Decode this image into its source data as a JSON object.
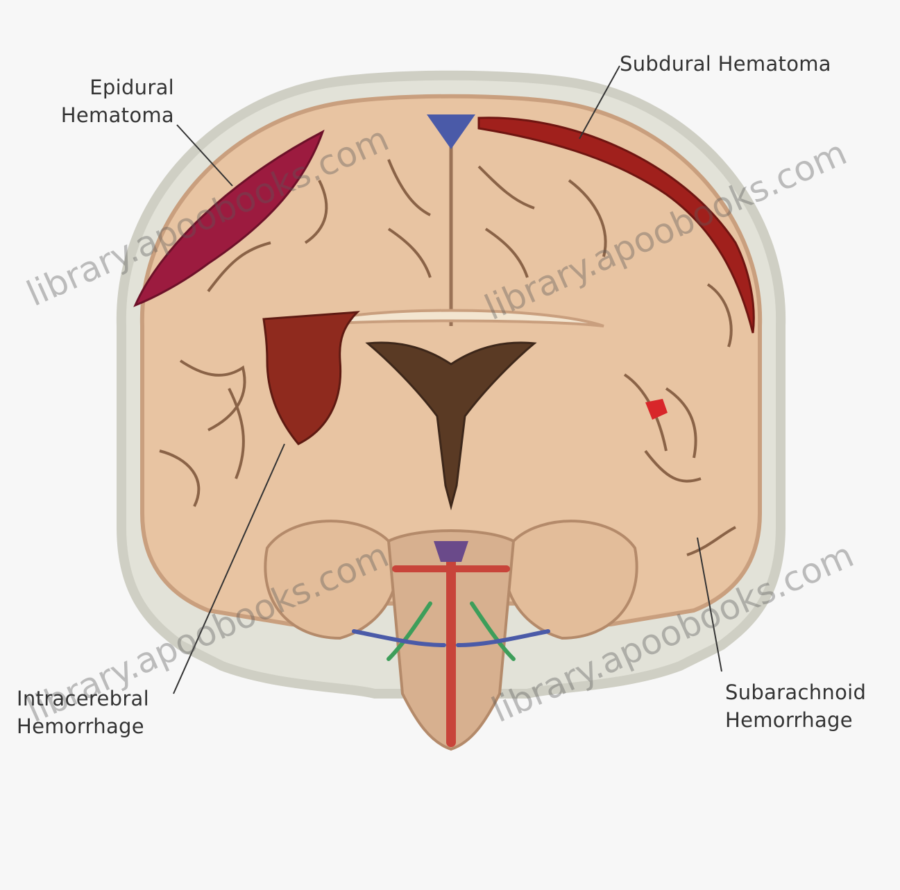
{
  "labels": {
    "epidural": [
      "Epidural",
      "Hematoma"
    ],
    "subdural": "Subdural Hematoma",
    "intracerebral": [
      "Intracerebral",
      "Hemorrhage"
    ],
    "subarachnoid": [
      "Subarachnoid",
      "Hemorrhage"
    ]
  },
  "watermark": "library.apoobooks.com",
  "colors": {
    "background": "#f7f7f7",
    "skull": "#dcdcd4",
    "brain_tissue": "#e7c3a2",
    "brain_shadow": "#c79d7b",
    "sulci": "#8a6347",
    "epidural_blood": "#9c1b3f",
    "subdural_blood": "#a0201c",
    "intracerebral_blood": "#8f2a1e",
    "subarachnoid_blood": "#d8262a",
    "ventricles": "#5a3a24",
    "artery": "#c8443a",
    "vein": "#4a5aa8",
    "leader_line": "#333333"
  }
}
